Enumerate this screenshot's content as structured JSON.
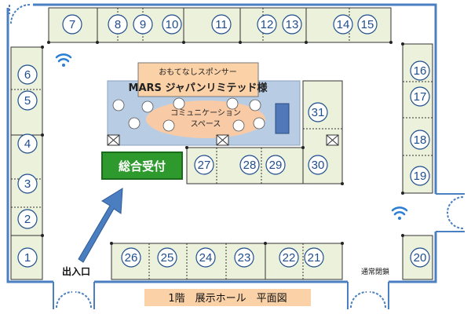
{
  "floor_plan": {
    "title": "1階　展示ホール　平面図",
    "entrance_label": "出入口",
    "closed_door_label": "通常閉鎖",
    "reception_label": "総合受付",
    "sponsor": {
      "line1": "おもてなしスポンサー",
      "line2": "MARS ジャパンリミテッド様"
    },
    "communication_space": {
      "line1": "コミュニケーション",
      "line2": "スペース"
    },
    "colors": {
      "wall": "#4a7fc1",
      "booth_fill": "#ecf1dc",
      "number": "#1f4e8c",
      "reception_fill": "#2e9a2e",
      "reception_border": "#1c6b1c",
      "sponsor_fill": "#fbd2a8",
      "lounge_fill": "#b8cce4",
      "comm_fill": "#f8cba6",
      "title_fill": "#fbd2a8",
      "arrow": "#4a7ec0",
      "wifi": "#2a7fd4"
    },
    "icons": [
      "wifi-icon",
      "wifi-icon",
      "box-x-icon",
      "arrow-icon"
    ],
    "booths": [
      {
        "num": "1"
      },
      {
        "num": "2"
      },
      {
        "num": "3"
      },
      {
        "num": "4"
      },
      {
        "num": "5"
      },
      {
        "num": "6"
      },
      {
        "num": "7"
      },
      {
        "num": "8"
      },
      {
        "num": "9"
      },
      {
        "num": "10"
      },
      {
        "num": "11"
      },
      {
        "num": "12"
      },
      {
        "num": "13"
      },
      {
        "num": "14"
      },
      {
        "num": "15"
      },
      {
        "num": "16"
      },
      {
        "num": "17"
      },
      {
        "num": "18"
      },
      {
        "num": "19"
      },
      {
        "num": "20"
      },
      {
        "num": "21"
      },
      {
        "num": "22"
      },
      {
        "num": "23"
      },
      {
        "num": "24"
      },
      {
        "num": "25"
      },
      {
        "num": "26"
      },
      {
        "num": "27"
      },
      {
        "num": "28"
      },
      {
        "num": "29"
      },
      {
        "num": "30"
      },
      {
        "num": "31"
      }
    ]
  }
}
